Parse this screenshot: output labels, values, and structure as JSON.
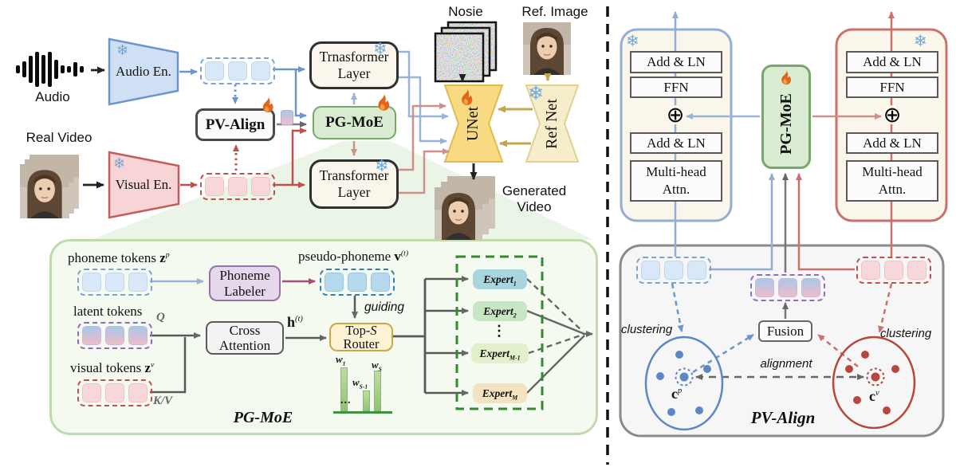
{
  "left": {
    "audio_label": "Audio",
    "audio_encoder": "Audio En.",
    "real_video_label": "Real Video",
    "visual_encoder": "Visual En.",
    "pv_align": "PV-Align",
    "pg_moe": "PG-MoE",
    "transformer_top_line1": "Trnasformer",
    "transformer_top_line2": "Layer",
    "transformer_bottom_line1": "Transformer",
    "transformer_bottom_line2": "Layer",
    "noise_label": "Nosie",
    "ref_image_label": "Ref. Image",
    "unet_label": "UNet",
    "refnet_label": "Ref Net",
    "generated_line1": "Generated",
    "generated_line2": "Video"
  },
  "moe_panel": {
    "title": "PG-MoE",
    "phoneme_prefix": "phoneme tokens ",
    "phoneme_sym": "z",
    "phoneme_sup": "p",
    "labeler_line1": "Phoneme",
    "labeler_line2": "Labeler",
    "pseudo_prefix": "pseudo-phoneme ",
    "pseudo_sym": "v",
    "pseudo_sup": "(t)",
    "guiding": "guiding",
    "latent_label": "latent tokens",
    "q_label": "Q",
    "cross_line1": "Cross",
    "cross_line2": "Attention",
    "h_sym": "h",
    "h_sup": "(t)",
    "router_prefix": "Top-",
    "router_s": "S",
    "router_line2": "Router",
    "visual_prefix": "visual tokens ",
    "visual_sym": "z",
    "visual_sup": "v",
    "kv_label": "K/V",
    "w1_sym": "w",
    "w1_sub": "1",
    "ws1_sym": "w",
    "ws1_sub": "S-1",
    "ws_sym": "w",
    "ws_sub": "S",
    "bars_dots": "...",
    "weights_values": [
      53,
      24,
      49
    ],
    "experts": [
      {
        "name": "Expert",
        "sub": "1"
      },
      {
        "name": "Expert",
        "sub": "2"
      },
      {
        "name": "Expert",
        "sub": "M-1"
      },
      {
        "name": "Expert",
        "sub": "M"
      }
    ],
    "experts_dots": "⋮"
  },
  "right": {
    "add_ln": "Add & LN",
    "ffn": "FFN",
    "plus": "⊕",
    "mha_line1": "Multi-head",
    "mha_line2": "Attn.",
    "pg_moe": "PG-MoE",
    "fusion": "Fusion",
    "clustering": "clustering",
    "alignment": "alignment",
    "cp_sym": "c",
    "cp_sup": "p",
    "cv_sym": "c",
    "cv_sup": "v",
    "pv_align_title": "PV-Align"
  },
  "colors": {
    "blue": "#6b96cc",
    "light_blue": "#9ab4d8",
    "red": "#c0504d",
    "light_red": "#cf8f8a",
    "green_module": "#76a969",
    "gold": "#c2a84c",
    "purple": "#a64d79",
    "snowflake": "#6fa8dc",
    "flame": "#e2651b"
  }
}
